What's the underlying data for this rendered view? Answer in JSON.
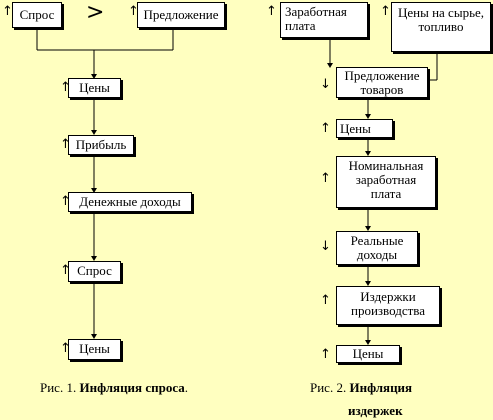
{
  "left": {
    "demand_top": "Спрос",
    "comparison": ">",
    "supply_top": "Предложение",
    "prices_1": "Цены",
    "profit": "Прибыль",
    "income": "Денежные доходы",
    "demand": "Спрос",
    "prices_2": "Цены",
    "caption_prefix": "Рис. 1. ",
    "caption_title": "Инфляция спроса",
    "caption_suffix": "."
  },
  "right": {
    "wages": "Заработная плата",
    "raw_prices": "Цены на сырье, топливо",
    "goods_supply": "Предложение товаров",
    "prices_1": "Цены",
    "nominal_wages": "Номинальная заработная плата",
    "real_income": "Реальные доходы",
    "production_costs": "Издержки производства",
    "prices_2": "Цены",
    "caption_prefix": "Рис. 2. ",
    "caption_title_1": "Инфляция",
    "caption_title_2": "издержек"
  },
  "symbols": {
    "up": "↑",
    "down": "↓"
  }
}
